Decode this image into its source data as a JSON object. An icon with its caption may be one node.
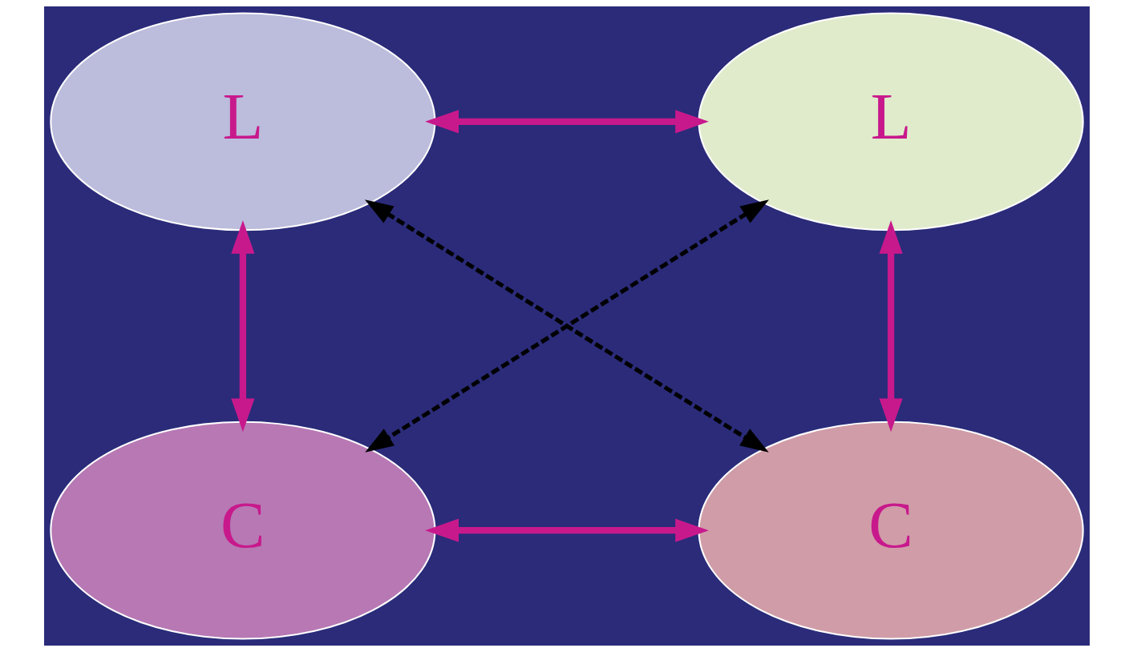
{
  "diagram": {
    "nodes": [
      {
        "text": [
          "L"
        ]
      },
      {
        "text": [
          "L"
        ]
      },
      {
        "text": [
          "C"
        ]
      },
      {
        "text": [
          "C"
        ]
      }
    ],
    "edges": [
      {
        "from": 0,
        "to": 1,
        "arrow": "both"
      },
      {
        "from": 0,
        "to": 2,
        "arrow": "both"
      },
      {
        "from": 1,
        "to": 3,
        "arrow": "both"
      },
      {
        "from": 2,
        "to": 3,
        "arrow": "both"
      },
      {
        "from": 0,
        "to": 3,
        "arrow": "both",
        "style": "dashed",
        "color": "#000000"
      },
      {
        "from": 1,
        "to": 2,
        "arrow": "both",
        "style": "dashed",
        "color": "#000000"
      }
    ]
  }
}
